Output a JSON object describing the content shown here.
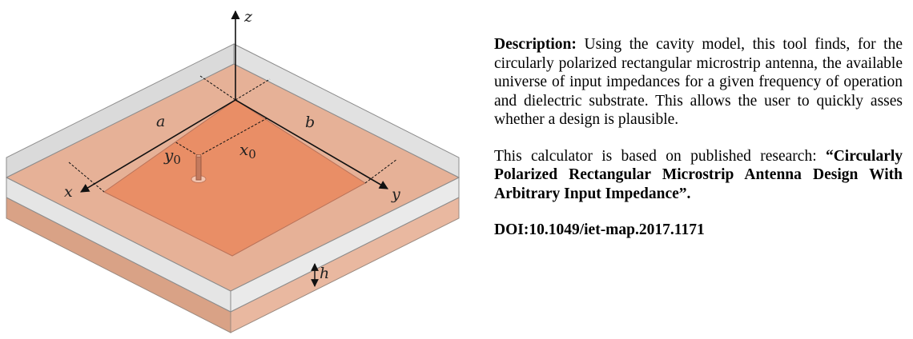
{
  "diagram": {
    "axes": {
      "z": "z",
      "x": "x",
      "y": "y"
    },
    "dimensions": {
      "a": "a",
      "b": "b",
      "h": "h"
    },
    "feed": {
      "x0": "x",
      "y0": "y",
      "subscript": "0"
    },
    "colors": {
      "substrate_top": "#e6b197",
      "substrate_side_front": "#d9a286",
      "substrate_side_right": "#e9b8a0",
      "ground_glass": "#d4d4d4",
      "patch": "#e98e66",
      "feed_pin": "#c47a5e"
    }
  },
  "description": {
    "label": "Description:",
    "text": " Using the cavity model, this tool finds, for the circularly polarized rectangular microstrip antenna, the available universe of input impedances for a given frequency of operation and dielectric substrate. This allows the user to quickly asses whether a design is plausible."
  },
  "reference": {
    "intro": "This calculator is based on published research:",
    "title": "“Circularly Polarized Rectangular Microstrip Antenna Design With Arbitrary Input Impedance”.",
    "doi": "DOI:10.1049/iet-map.2017.1171"
  }
}
